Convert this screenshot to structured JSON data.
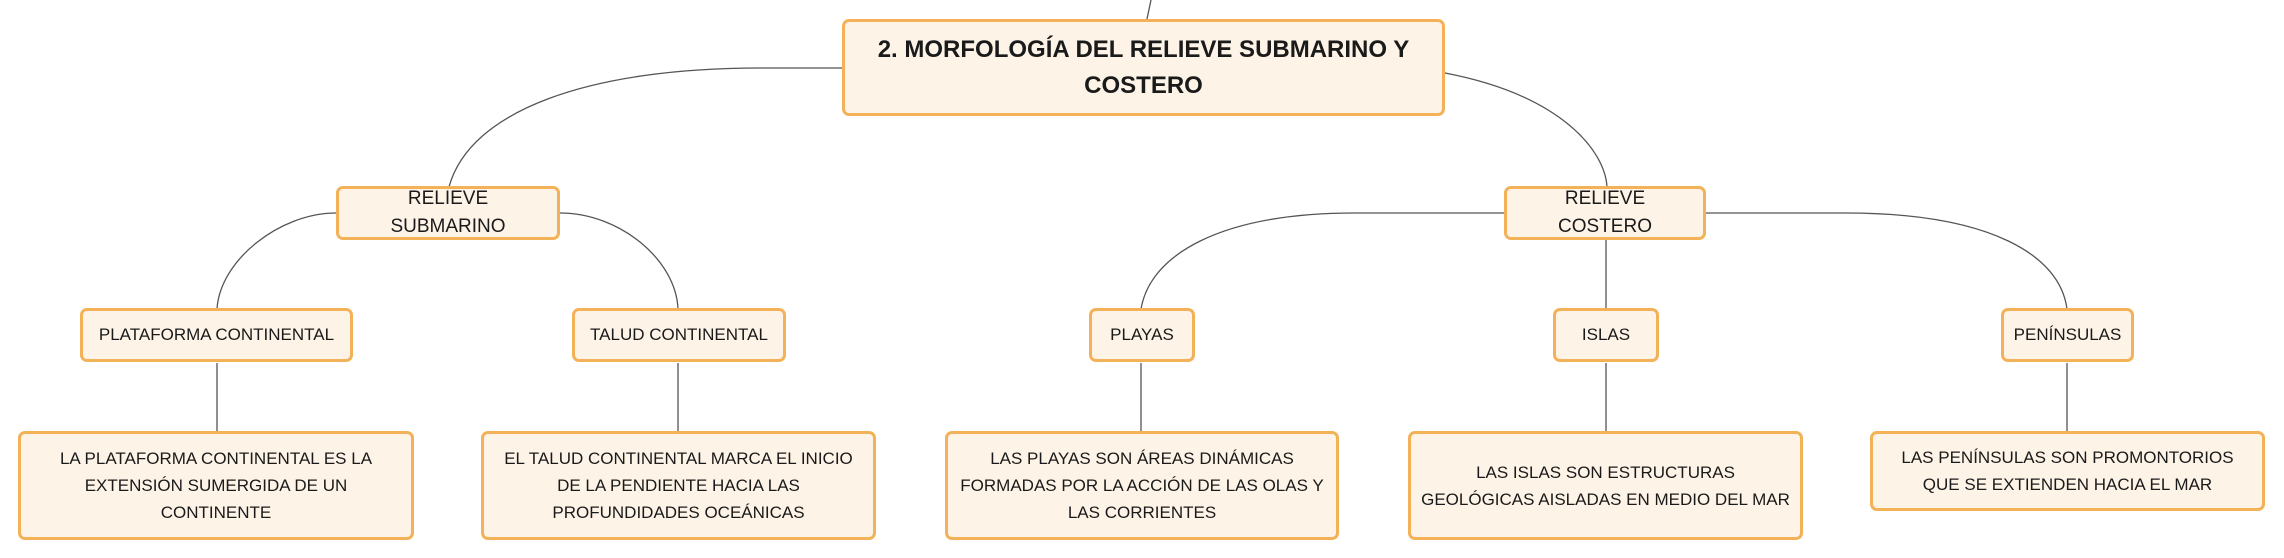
{
  "root": {
    "title": "2. MORFOLOGÍA DEL RELIEVE SUBMARINO Y COSTERO"
  },
  "branches": {
    "submarino": {
      "label": "RELIEVE SUBMARINO",
      "children": {
        "plataforma": {
          "label": "PLATAFORMA CONTINENTAL",
          "detail": "LA PLATAFORMA CONTINENTAL ES LA EXTENSIÓN SUMERGIDA DE UN CONTINENTE"
        },
        "talud": {
          "label": "TALUD CONTINENTAL",
          "detail": "EL TALUD CONTINENTAL MARCA EL INICIO DE LA PENDIENTE HACIA LAS PROFUNDIDADES OCEÁNICAS"
        }
      }
    },
    "costero": {
      "label": "RELIEVE COSTERO",
      "children": {
        "playas": {
          "label": "PLAYAS",
          "detail": "LAS PLAYAS SON ÁREAS DINÁMICAS FORMADAS POR LA ACCIÓN DE LAS OLAS Y LAS CORRIENTES"
        },
        "islas": {
          "label": "ISLAS",
          "detail": "LAS ISLAS SON ESTRUCTURAS GEOLÓGICAS AISLADAS EN MEDIO DEL MAR"
        },
        "peninsulas": {
          "label": "PENÍNSULAS",
          "detail": "LAS PENÍNSULAS SON PROMONTORIOS QUE SE EXTIENDEN HACIA EL MAR"
        }
      }
    }
  },
  "colors": {
    "node_fill": "#fdf3e7",
    "node_border": "#f3b257",
    "connector": "#555555"
  }
}
